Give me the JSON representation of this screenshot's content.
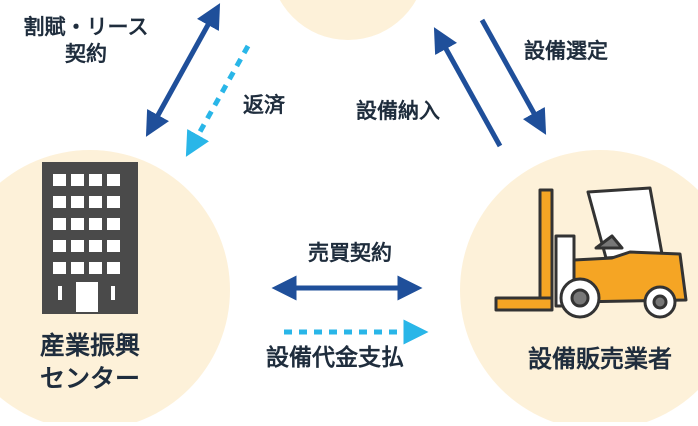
{
  "diagram": {
    "colors": {
      "circle_fill": "#fdf1d9",
      "arrow_solid": "#1f4f9a",
      "arrow_dashed": "#29b6e8",
      "building": "#4a4a4a",
      "forklift_body": "#f5a524",
      "forklift_mast": "#f5a524",
      "text": "#1f2d3d"
    },
    "labels": {
      "installment_lease_line1": "割賦・リース",
      "installment_lease_line2": "契約",
      "repayment": "返済",
      "equipment_delivery": "設備納入",
      "equipment_selection": "設備選定",
      "sales_contract": "売買契約",
      "equipment_payment": "設備代金支払"
    },
    "nodes": {
      "center_line1": "産業振興",
      "center_line2": "センター",
      "vendor": "設備販売業者"
    },
    "icons": {
      "center": "office-building-icon",
      "vendor": "forklift-icon"
    }
  }
}
